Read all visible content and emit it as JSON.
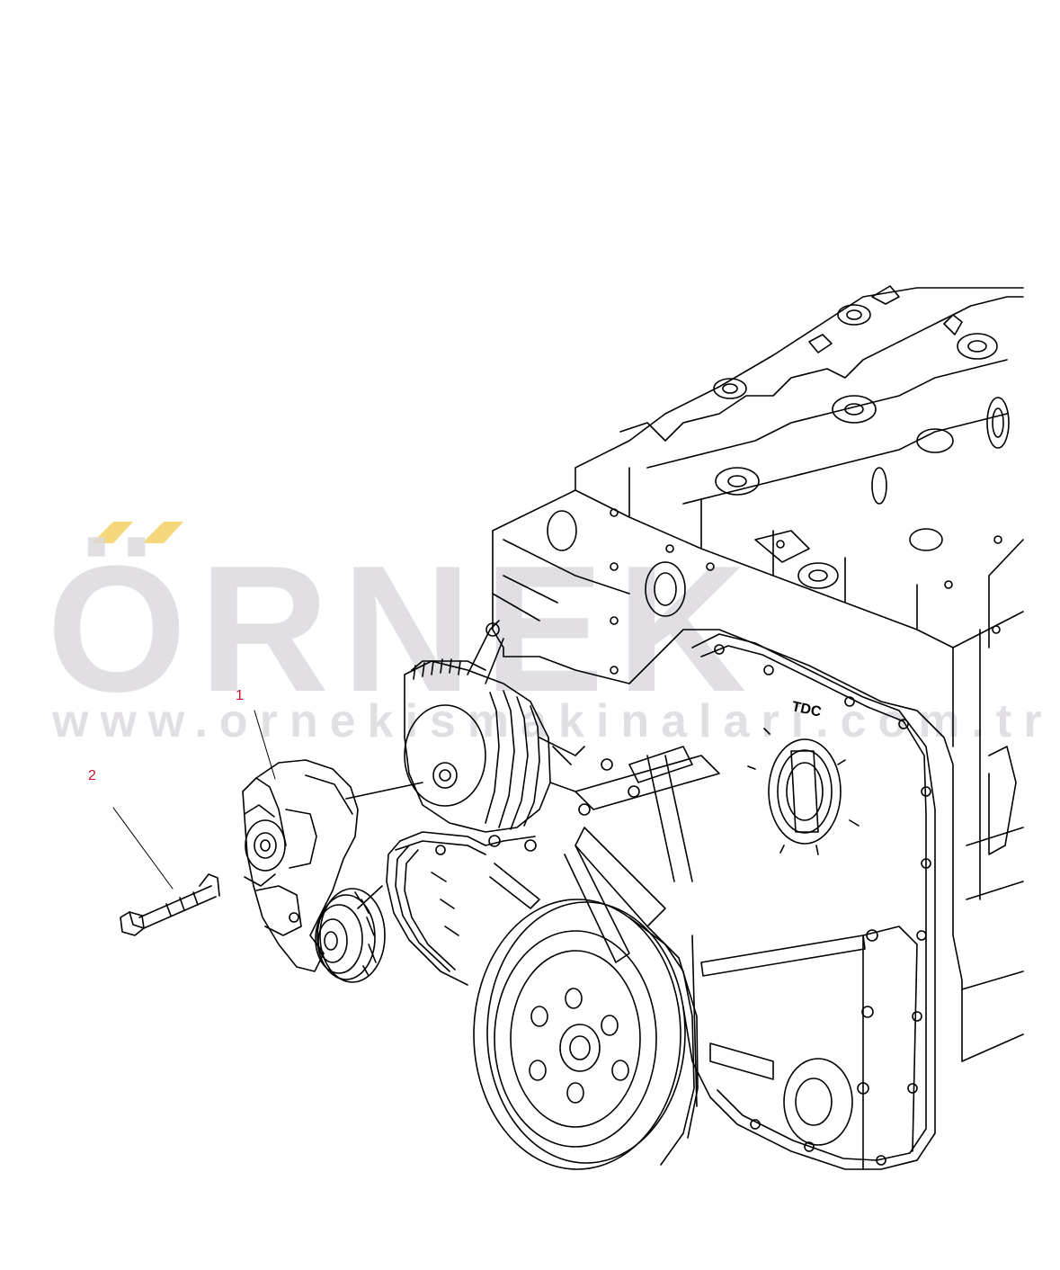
{
  "callouts": [
    {
      "number": "1"
    },
    {
      "number": "2"
    }
  ],
  "watermark": {
    "brand": "ÖRNEK",
    "url": "www.ornekismakinalari.com.tr",
    "accent_color": "#f6d77c",
    "text_color": "#d9d7dc"
  },
  "engine": {
    "timing_mark": "TDC"
  },
  "colors": {
    "line": "#000000",
    "callout": "#c8102e",
    "background": "#ffffff"
  }
}
